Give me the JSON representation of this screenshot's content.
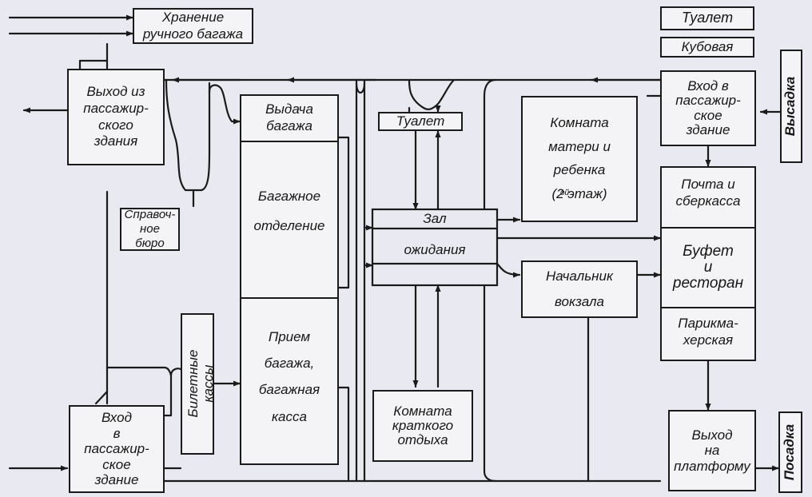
{
  "labels": {
    "storage": "Хранение\nручного багажа",
    "exit_building": "Выход из\nпассажир-\nского\nздания",
    "info_desk": "Справоч-\nное\nбюро",
    "tickets": "Билетные\nкассы",
    "entry_building_left": "Вход\nв\nпассажир-\nское\nздание",
    "baggage_issue": "Выдача\nбагажа",
    "baggage_dept": "Багажное\n\nотделение",
    "baggage_receive": "Прием\n\nбагажа,\n\nбагажная\n\nкасса",
    "toilet_center": "Туалет",
    "waiting_hall_1": "Зал",
    "waiting_hall_2": "ожидания",
    "rest_room": "Комната\nкраткого\nотдыха",
    "mother_child": "Комната\n\nматери и\n\nребенка\n\n(2  этаж)",
    "mother_child_sup": "ой",
    "station_master": "Начальник\n\nвокзала",
    "toilet_right": "Туалет",
    "boiler": "Кубовая",
    "entry_building_right": "Вход в\nпассажир-\nское\nздание",
    "post_bank": "Почта и\nсберкасса",
    "buffet": "Буфет\nи\nресторан",
    "barber": "Парикма-\nхерская",
    "exit_platform": "Выход\nна\nплатформу",
    "disembark": "Высадка",
    "boarding": "Посадка"
  }
}
